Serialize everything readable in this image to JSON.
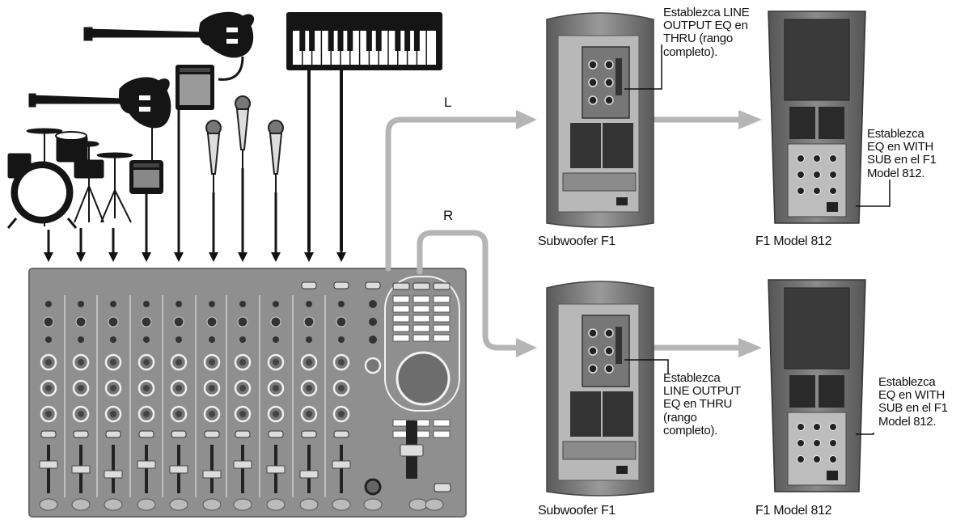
{
  "channels": {
    "left": "L",
    "right": "R"
  },
  "instruments": [
    "drum-kit",
    "electric-guitar",
    "bass-guitar",
    "guitar-amplifier",
    "microphone",
    "microphone",
    "microphone",
    "keyboard"
  ],
  "top_system": {
    "subwoofer_caption": "Subwoofer F1",
    "speaker_caption": "F1 Model 812",
    "subwoofer_note": "Establezca LINE\nOUTPUT EQ en\nTHRU (rango\ncompleto).",
    "speaker_note": "Establezca\nEQ en WITH\nSUB en el F1\nModel 812."
  },
  "bottom_system": {
    "subwoofer_caption": "Subwoofer F1",
    "speaker_caption": "F1 Model 812",
    "subwoofer_note": "Establezca\nLINE OUTPUT\nEQ en THRU\n(rango\ncompleto).",
    "speaker_note": "Establezca\nEQ en WITH\nSUB en el F1\nModel 812."
  },
  "colors": {
    "cable": "#b5b5b5",
    "mixer": "#8f8f8f",
    "speaker": "#6e6e6e",
    "instrument": "#151515"
  }
}
